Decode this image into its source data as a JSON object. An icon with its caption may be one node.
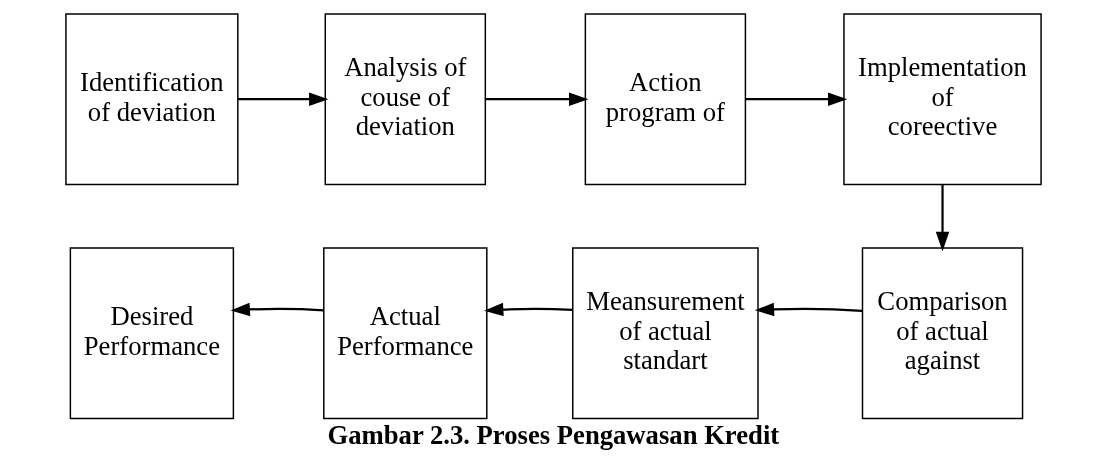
{
  "diagram": {
    "caption": "Gambar 2.3. Proses Pengawasan Kredit",
    "nodes": [
      {
        "text": [
          "Identification of deviation"
        ]
      },
      {
        "text": [
          "Analysis of couse of deviation"
        ]
      },
      {
        "text": [
          "Action program of"
        ]
      },
      {
        "text": [
          "Implementation of coreective"
        ]
      },
      {
        "text": [
          "Desired Performance"
        ]
      },
      {
        "text": [
          "Actual Performance"
        ]
      },
      {
        "text": [
          "Meansurement of actual standart"
        ]
      },
      {
        "text": [
          "Comparison of actual against"
        ]
      }
    ],
    "edges": [
      {
        "from": 0,
        "to": 1,
        "arrow": "to"
      },
      {
        "from": 1,
        "to": 2,
        "arrow": "to"
      },
      {
        "from": 2,
        "to": 3,
        "arrow": "to"
      },
      {
        "from": 3,
        "to": 7,
        "arrow": "to"
      },
      {
        "from": 7,
        "to": 6,
        "arrow": "to"
      },
      {
        "from": 6,
        "to": 5,
        "arrow": "to"
      },
      {
        "from": 5,
        "to": 4,
        "arrow": "to"
      }
    ]
  }
}
